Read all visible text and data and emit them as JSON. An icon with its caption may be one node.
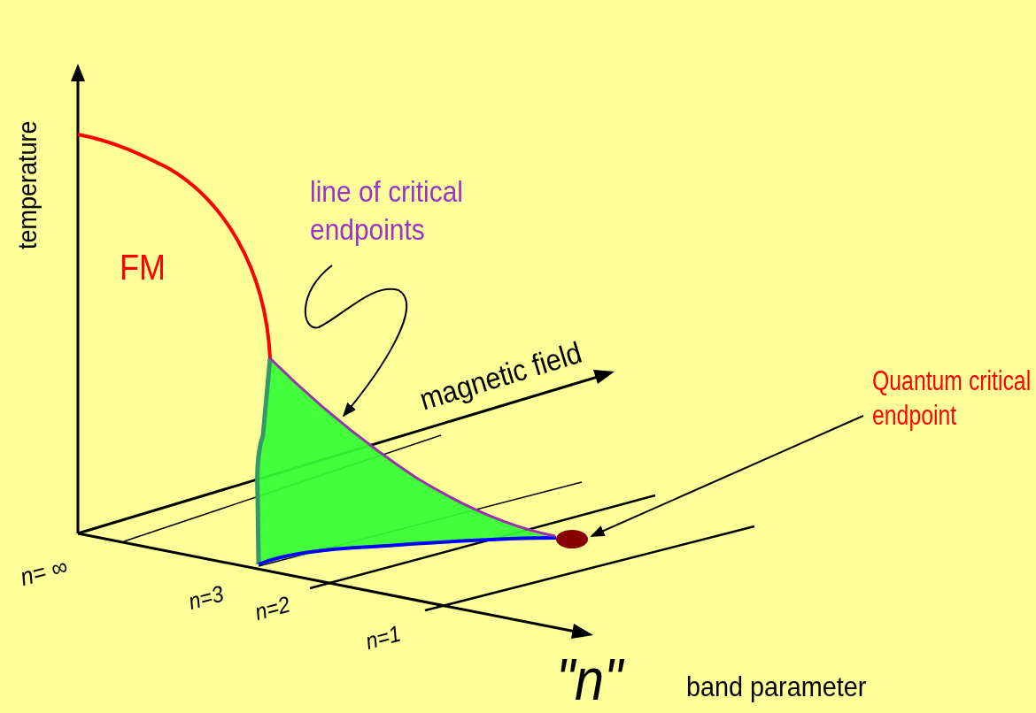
{
  "diagram": {
    "nodes": [
      {
        "text": [
          "line of critical endpoints"
        ]
      },
      {
        "text": [],
        "shape": "line"
      },
      {
        "text": [
          "Quantum critical endpoint"
        ]
      },
      {
        "text": [],
        "shape": "circle"
      }
    ],
    "edges": [
      {
        "from": 0,
        "to": 1,
        "arrow": "to"
      },
      {
        "from": 2,
        "to": 3,
        "arrow": "to"
      }
    ],
    "labels": [
      "temperature",
      "FM",
      "magnetic field",
      "n= ∞",
      "n=3",
      "n=2",
      "n=1",
      "\"n\"",
      "band parameter"
    ]
  }
}
